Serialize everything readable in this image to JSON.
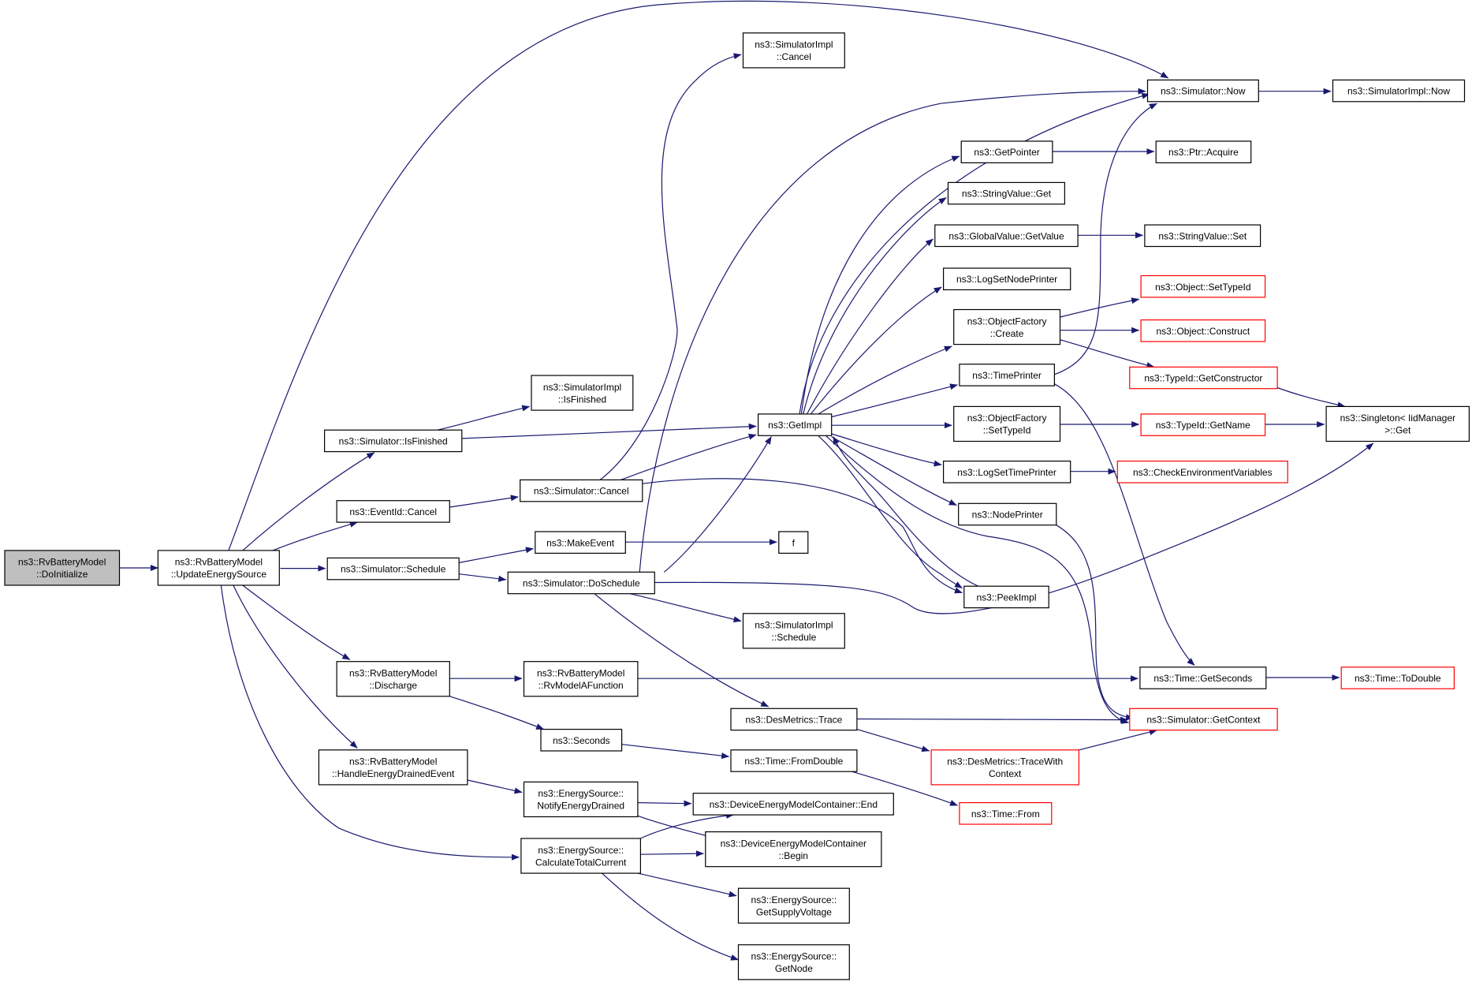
{
  "colors": {
    "edge": "#191970",
    "normal_border": "#000000",
    "incomplete_border": "#ff0000",
    "root_fill": "#bfbfbf",
    "node_fill": "#ffffff"
  },
  "nodes": [
    {
      "id": "doinit",
      "lines": [
        "ns3::RvBatteryModel",
        "::DoInitialize"
      ],
      "kind": "root"
    },
    {
      "id": "update",
      "lines": [
        "ns3::RvBatteryModel",
        "::UpdateEnergySource"
      ],
      "kind": "normal"
    },
    {
      "id": "simisfin",
      "lines": [
        "ns3::Simulator::IsFinished"
      ],
      "kind": "normal"
    },
    {
      "id": "eventcancel",
      "lines": [
        "ns3::EventId::Cancel"
      ],
      "kind": "normal"
    },
    {
      "id": "simschedule",
      "lines": [
        "ns3::Simulator::Schedule"
      ],
      "kind": "normal"
    },
    {
      "id": "discharge",
      "lines": [
        "ns3::RvBatteryModel",
        "::Discharge"
      ],
      "kind": "normal"
    },
    {
      "id": "handle",
      "lines": [
        "ns3::RvBatteryModel",
        "::HandleEnergyDrainedEvent"
      ],
      "kind": "normal"
    },
    {
      "id": "implcancel",
      "lines": [
        "ns3::SimulatorImpl",
        "::Cancel"
      ],
      "kind": "normal"
    },
    {
      "id": "implisfin",
      "lines": [
        "ns3::SimulatorImpl",
        "::IsFinished"
      ],
      "kind": "normal"
    },
    {
      "id": "simcancel",
      "lines": [
        "ns3::Simulator::Cancel"
      ],
      "kind": "normal"
    },
    {
      "id": "makeevent",
      "lines": [
        "ns3::MakeEvent"
      ],
      "kind": "normal"
    },
    {
      "id": "doschedule",
      "lines": [
        "ns3::Simulator::DoSchedule"
      ],
      "kind": "normal"
    },
    {
      "id": "rvmodel",
      "lines": [
        "ns3::RvBatteryModel",
        "::RvModelAFunction"
      ],
      "kind": "normal"
    },
    {
      "id": "seconds",
      "lines": [
        "ns3::Seconds"
      ],
      "kind": "normal"
    },
    {
      "id": "notify",
      "lines": [
        "ns3::EnergySource::",
        "NotifyEnergyDrained"
      ],
      "kind": "normal"
    },
    {
      "id": "calc",
      "lines": [
        "ns3::EnergySource::",
        "CalculateTotalCurrent"
      ],
      "kind": "normal"
    },
    {
      "id": "getimpl",
      "lines": [
        "ns3::GetImpl"
      ],
      "kind": "normal"
    },
    {
      "id": "f",
      "lines": [
        "f"
      ],
      "kind": "normal"
    },
    {
      "id": "implschedule",
      "lines": [
        "ns3::SimulatorImpl",
        "::Schedule"
      ],
      "kind": "normal"
    },
    {
      "id": "trace",
      "lines": [
        "ns3::DesMetrics::Trace"
      ],
      "kind": "normal"
    },
    {
      "id": "fromdouble",
      "lines": [
        "ns3::Time::FromDouble"
      ],
      "kind": "normal"
    },
    {
      "id": "devend",
      "lines": [
        "ns3::DeviceEnergyModelContainer::End"
      ],
      "kind": "normal"
    },
    {
      "id": "devbegin",
      "lines": [
        "ns3::DeviceEnergyModelContainer",
        "::Begin"
      ],
      "kind": "normal"
    },
    {
      "id": "supply",
      "lines": [
        "ns3::EnergySource::",
        "GetSupplyVoltage"
      ],
      "kind": "normal"
    },
    {
      "id": "getnode",
      "lines": [
        "ns3::EnergySource::",
        "GetNode"
      ],
      "kind": "normal"
    },
    {
      "id": "getpointer",
      "lines": [
        "ns3::GetPointer"
      ],
      "kind": "normal"
    },
    {
      "id": "strget",
      "lines": [
        "ns3::StringValue::Get"
      ],
      "kind": "normal"
    },
    {
      "id": "globalget",
      "lines": [
        "ns3::GlobalValue::GetValue"
      ],
      "kind": "normal"
    },
    {
      "id": "lognode",
      "lines": [
        "ns3::LogSetNodePrinter"
      ],
      "kind": "normal"
    },
    {
      "id": "ofcreate",
      "lines": [
        "ns3::ObjectFactory",
        "::Create"
      ],
      "kind": "normal"
    },
    {
      "id": "timeprinter",
      "lines": [
        "ns3::TimePrinter"
      ],
      "kind": "normal"
    },
    {
      "id": "ofsettype",
      "lines": [
        "ns3::ObjectFactory",
        "::SetTypeId"
      ],
      "kind": "normal"
    },
    {
      "id": "logtime",
      "lines": [
        "ns3::LogSetTimePrinter"
      ],
      "kind": "normal"
    },
    {
      "id": "nodeprinter",
      "lines": [
        "ns3::NodePrinter"
      ],
      "kind": "normal"
    },
    {
      "id": "peekimpl",
      "lines": [
        "ns3::PeekImpl"
      ],
      "kind": "normal"
    },
    {
      "id": "tracewith",
      "lines": [
        "ns3::DesMetrics::TraceWith",
        "Context"
      ],
      "kind": "incomplete"
    },
    {
      "id": "timefrom",
      "lines": [
        "ns3::Time::From"
      ],
      "kind": "incomplete"
    },
    {
      "id": "simnow",
      "lines": [
        "ns3::Simulator::Now"
      ],
      "kind": "normal"
    },
    {
      "id": "ptracq",
      "lines": [
        "ns3::Ptr::Acquire"
      ],
      "kind": "normal"
    },
    {
      "id": "strset",
      "lines": [
        "ns3::StringValue::Set"
      ],
      "kind": "normal"
    },
    {
      "id": "objsettype",
      "lines": [
        "ns3::Object::SetTypeId"
      ],
      "kind": "incomplete"
    },
    {
      "id": "objconstruct",
      "lines": [
        "ns3::Object::Construct"
      ],
      "kind": "incomplete"
    },
    {
      "id": "typeidctor",
      "lines": [
        "ns3::TypeId::GetConstructor"
      ],
      "kind": "incomplete"
    },
    {
      "id": "typeidname",
      "lines": [
        "ns3::TypeId::GetName"
      ],
      "kind": "incomplete"
    },
    {
      "id": "checkenv",
      "lines": [
        "ns3::CheckEnvironmentVariables"
      ],
      "kind": "incomplete"
    },
    {
      "id": "getseconds",
      "lines": [
        "ns3::Time::GetSeconds"
      ],
      "kind": "normal"
    },
    {
      "id": "getcontext",
      "lines": [
        "ns3::Simulator::GetContext"
      ],
      "kind": "incomplete"
    },
    {
      "id": "implnow",
      "lines": [
        "ns3::SimulatorImpl::Now"
      ],
      "kind": "normal"
    },
    {
      "id": "singleton",
      "lines": [
        "ns3::Singleton< IidManager",
        " >::Get"
      ],
      "kind": "normal"
    },
    {
      "id": "todouble",
      "lines": [
        "ns3::Time::ToDouble"
      ],
      "kind": "incomplete"
    }
  ],
  "edges": [
    [
      "doinit",
      "update"
    ],
    [
      "update",
      "simnow"
    ],
    [
      "update",
      "simisfin"
    ],
    [
      "update",
      "eventcancel"
    ],
    [
      "update",
      "simschedule"
    ],
    [
      "update",
      "discharge"
    ],
    [
      "update",
      "handle"
    ],
    [
      "update",
      "calc"
    ],
    [
      "simisfin",
      "implisfin"
    ],
    [
      "simisfin",
      "getimpl"
    ],
    [
      "eventcancel",
      "simcancel"
    ],
    [
      "simcancel",
      "implcancel"
    ],
    [
      "simcancel",
      "getimpl"
    ],
    [
      "simcancel",
      "peekimpl"
    ],
    [
      "simschedule",
      "makeevent"
    ],
    [
      "simschedule",
      "doschedule"
    ],
    [
      "makeevent",
      "f"
    ],
    [
      "doschedule",
      "simnow"
    ],
    [
      "doschedule",
      "getimpl"
    ],
    [
      "doschedule",
      "singleton"
    ],
    [
      "doschedule",
      "implschedule"
    ],
    [
      "doschedule",
      "trace"
    ],
    [
      "discharge",
      "rvmodel"
    ],
    [
      "discharge",
      "seconds"
    ],
    [
      "rvmodel",
      "getseconds"
    ],
    [
      "seconds",
      "fromdouble"
    ],
    [
      "fromdouble",
      "timefrom"
    ],
    [
      "handle",
      "notify"
    ],
    [
      "notify",
      "devend"
    ],
    [
      "notify",
      "devbegin"
    ],
    [
      "calc",
      "devend"
    ],
    [
      "calc",
      "devbegin"
    ],
    [
      "calc",
      "supply"
    ],
    [
      "calc",
      "getnode"
    ],
    [
      "trace",
      "getcontext"
    ],
    [
      "trace",
      "tracewith"
    ],
    [
      "tracewith",
      "getcontext"
    ],
    [
      "getimpl",
      "simnow"
    ],
    [
      "getimpl",
      "getpointer"
    ],
    [
      "getimpl",
      "strget"
    ],
    [
      "getimpl",
      "globalget"
    ],
    [
      "getimpl",
      "lognode"
    ],
    [
      "getimpl",
      "ofcreate"
    ],
    [
      "getimpl",
      "timeprinter"
    ],
    [
      "getimpl",
      "ofsettype"
    ],
    [
      "getimpl",
      "logtime"
    ],
    [
      "getimpl",
      "nodeprinter"
    ],
    [
      "getimpl",
      "peekimpl"
    ],
    [
      "getimpl",
      "getcontext"
    ],
    [
      "peekimpl",
      "getimpl"
    ],
    [
      "getpointer",
      "ptracq"
    ],
    [
      "globalget",
      "strset"
    ],
    [
      "ofcreate",
      "objsettype"
    ],
    [
      "ofcreate",
      "objconstruct"
    ],
    [
      "ofcreate",
      "typeidctor"
    ],
    [
      "timeprinter",
      "simnow"
    ],
    [
      "timeprinter",
      "getseconds"
    ],
    [
      "ofsettype",
      "typeidname"
    ],
    [
      "logtime",
      "checkenv"
    ],
    [
      "nodeprinter",
      "getcontext"
    ],
    [
      "simnow",
      "implnow"
    ],
    [
      "typeidctor",
      "singleton"
    ],
    [
      "typeidname",
      "singleton"
    ],
    [
      "getseconds",
      "todouble"
    ]
  ]
}
